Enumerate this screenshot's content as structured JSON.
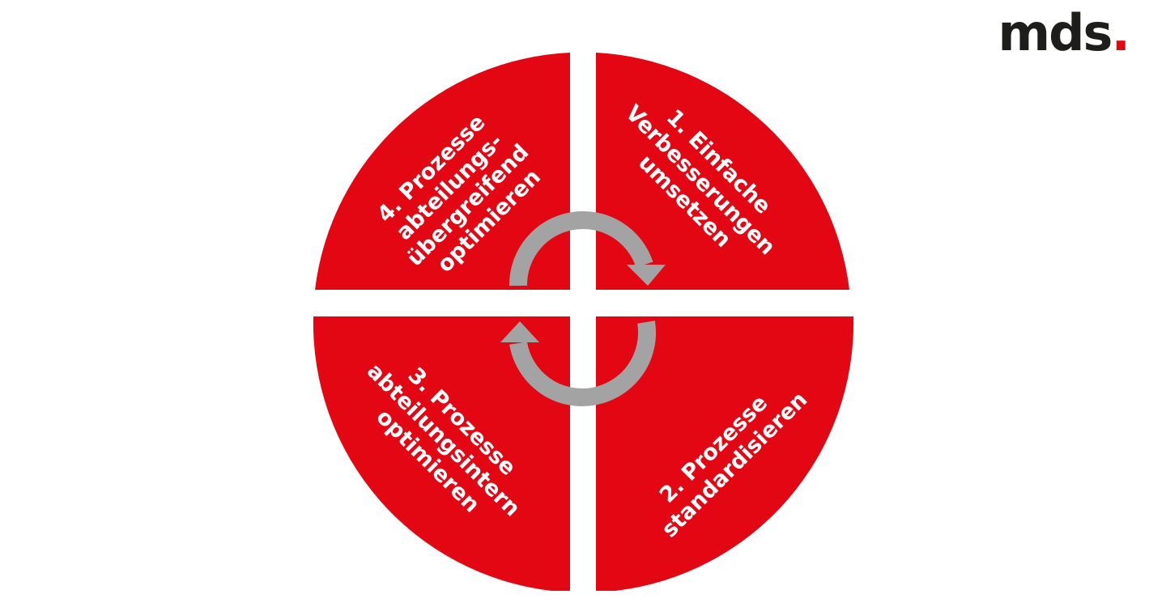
{
  "logo": {
    "text": "mds",
    "dot": "."
  },
  "colors": {
    "quadrant": "#e30613",
    "arrow": "#a3a3a3",
    "background": "#ffffff",
    "logo_text": "#1d1d1b",
    "logo_dot": "#e30613"
  },
  "cycle": {
    "quadrants": [
      {
        "id": "q1",
        "position": "top-right",
        "lines": [
          "1. Einfache",
          "Verbesserungen",
          "umsetzen"
        ]
      },
      {
        "id": "q2",
        "position": "bottom-right",
        "lines": [
          "2. Prozesse",
          "standardisieren"
        ]
      },
      {
        "id": "q3",
        "position": "bottom-left",
        "lines": [
          "3. Prozesse",
          "abteilungsintern",
          "optimieren"
        ]
      },
      {
        "id": "q4",
        "position": "top-left",
        "lines": [
          "4. Prozesse",
          "abteilungs-",
          "übergreifend",
          "optimieren"
        ]
      }
    ],
    "arrows": [
      {
        "name": "clockwise-arrow-top",
        "icon": "curved-arrow-clockwise"
      },
      {
        "name": "clockwise-arrow-bottom",
        "icon": "curved-arrow-clockwise"
      }
    ]
  }
}
